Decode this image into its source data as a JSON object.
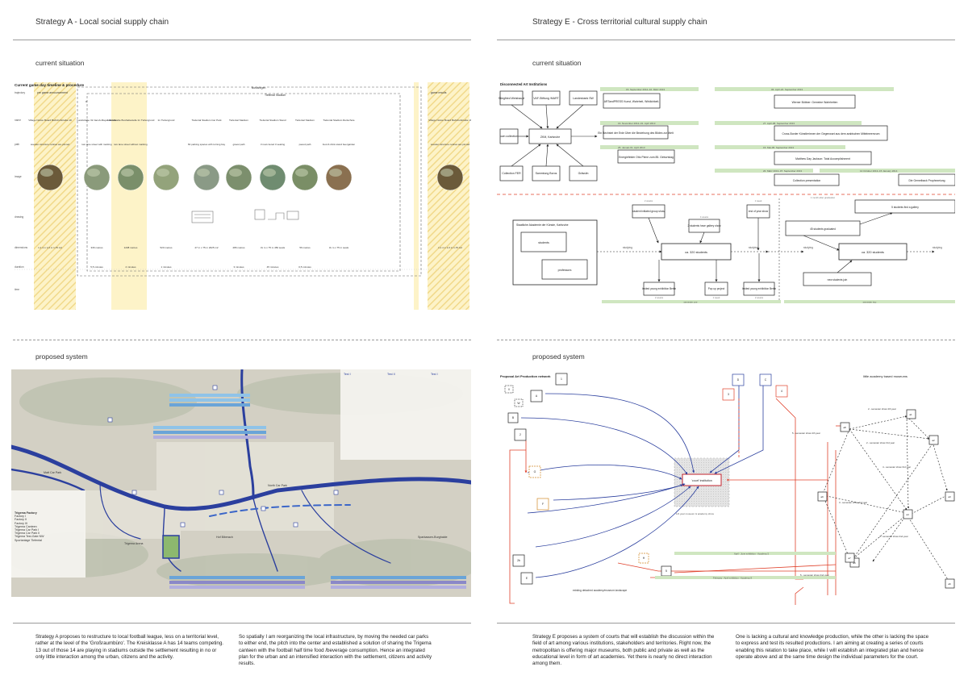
{
  "left": {
    "title": "Strategy A - Local social supply chain",
    "current_label": "current situation",
    "proposed_label": "proposed system",
    "timeline": {
      "heading": "Current game day timeline & procedure",
      "row_labels": [
        "trajectory",
        "name",
        "path",
        "image",
        "drawing",
        "dimensions",
        "duration",
        "time"
      ],
      "stage_pre": "pre game announcement",
      "stage_during": "Busfahrgen",
      "stage_tiefental": "Tiefental Stadium",
      "stage_results": "game results",
      "columns": [
        {
          "name": "Village Notice Board Bahnhofstraße 18",
          "path": "wooden structure notices are pinned",
          "dim": "1,1 m x 1,6 m 1,76 m2",
          "dur": ""
        },
        {
          "name": "Landstraße 32 Jacob-Mayer-Straße",
          "path": "two lane street with marking",
          "dim": "336 metres",
          "dur": "5,5 minutes"
        },
        {
          "name": "Jakobstraße Bushaltestelle Im Tiefengrund",
          "path": "two lane street without marking",
          "dim": "1238 metres",
          "dur": "2 minutes"
        },
        {
          "name": "Im Tiefengrund",
          "path": "",
          "dim": "520 metres",
          "dur": "1 minutes"
        },
        {
          "name": "Tiefental Stadium Car Park",
          "path": "63 parking spaces with turning bay",
          "dim": "27 m x 75 m 2025 m2",
          "dur": ""
        },
        {
          "name": "Tiefental Stadium",
          "path": "gravel path",
          "dim": "286 metres",
          "dur": "3 minutes"
        },
        {
          "name": "Tiefental Stadium Stand",
          "path": "3 rows tiered 3 seating",
          "dim": "3x  m x 75 m 450 seats",
          "dur": "45 minutes"
        },
        {
          "name": "Tiefental Stadium",
          "path": "paved path",
          "dim": "56 metres",
          "dur": "0,5 minutes"
        },
        {
          "name": "Tiefental Stadium Reitschule",
          "path": "food & drink stand beergarden",
          "dim": "3x  m x 75 m seats",
          "dur": ""
        },
        {
          "name": "Village Notice Board Bahnhofstraße 18",
          "path": "wooden structure notices are pinned",
          "dim": "1,1 m x 1,6 m 1,76 m2",
          "dur": ""
        }
      ]
    },
    "map": {
      "legend_title": "Trigema Factory",
      "legend_items": [
        "Factory I",
        "Factory II",
        "Factory III",
        "Trigema Canteen",
        "Trigema Car Park I",
        "Trigema Car Park II",
        "Trigema Test-Gate NW",
        "Sportanlage Tiefental"
      ],
      "col_heads": [
        "Test I",
        "Test II",
        "Test I"
      ],
      "places": [
        "Matt Car Park",
        "North Car Park",
        "Trigema Arena",
        "Hof Biberach",
        "Sparkassen-Burghalde"
      ]
    },
    "para1": "Strategy A proposes to restructure to local football league, less on a territorial level, rather at the level of the 'Großraumbüro'. The Kreisklasse A has 14 teams competing. 13 out of those 14 are playing in stadiums outside the settlement resulting in no or only little interaction among the urban, citizens and the activity.",
    "para2": "So spatially I am reorganizing the local infrastructure, by moving the needed car parks to either end, the pitch into the center and established a solution of sharing the Trigema canteen with the football half time food /beverage consumption. Hence an integrated plan for the urban and an intensified interaction with the settlement, citizens and activity results."
  },
  "right": {
    "title": "Strategy E - Cross territorial cultural supply chain",
    "current_label": "current situation",
    "proposed_label": "proposed system",
    "current": {
      "disconnected_title": "Disconnected Art Institutions",
      "institutions": [
        "Stiegfried Weishaupt",
        "VAF-Stiftung /MART",
        "Landesbank SW",
        "own collection",
        "ZKM, Karlsruhe",
        "Collection FER",
        "Sammlung Boros",
        "Grässlin"
      ],
      "exhibitions": [
        {
          "date": "15. September 2012–10. März 2013",
          "name": "ARTandPRESS Kunst, Wahrheit, Wirklichkeit."
        },
        {
          "date": "06. April-22. September 2013",
          "name": "Werner Büttner: Gemeine Wahrheiten"
        },
        {
          "date": "16. November 2012–01. April 2013",
          "name": "Ein Bechstei der Erde Über die Beziehung des Bildes zur Welt"
        },
        {
          "date": "27. April-08. September 2013",
          "name": "Cross-Border Künstlerinnen der Gegenwart aus dem arabischen Mittelmeersrum"
        },
        {
          "date": "25. Januar-01. April 2013",
          "name": "Energiefelder Otto Piene zum 85. Geburtstag"
        },
        {
          "date": "15. Mai-05. September 2013",
          "name": "Matthew Day Jackson: Total Accomplishment"
        },
        {
          "date": "20. März 2013–07. September 2013",
          "name": "Collection presentation"
        },
        {
          "date": "14 October 2013–15 January 2014",
          "name": "Die Gemeiback Prophezeiung"
        }
      ],
      "academy": "Staatliche Akademie der Künste, Karlsruhe",
      "students": "students",
      "professors": "professors",
      "studying": "studying",
      "students320": "ca. 320 students",
      "events": [
        "student initiated group show",
        "2 students have gallery show",
        "end of year show",
        "Invited young exhibition Berlin",
        "Pop up project",
        "Invited young exhibition Berlin"
      ],
      "graduated": "45 students graduated",
      "gallery": "5 students find a gallery",
      "newjoin": "new students join",
      "students320b": "ca. 320 students",
      "semester1": "semester one",
      "semester2": "semester two",
      "after_grad": "1 month after graduation",
      "durations": [
        "2 weeks",
        "4 weeks",
        "1 week",
        "2 weeks",
        "1 week",
        "2 weeks"
      ]
    },
    "proposed": {
      "network_title": "Proposal Art Production network",
      "museum_title": "little academy based museums",
      "court": "'court' institution",
      "court_sub": "1/2 year museum & academy show",
      "landscape": "existing detached academy/museum landscape",
      "nodes_left": [
        "1",
        "V",
        "W",
        "A",
        "B",
        "2",
        "G",
        "F",
        "2b",
        "E",
        "H",
        "5",
        "3",
        "4",
        "D",
        "C"
      ],
      "nodes_right": [
        "a8",
        "a1",
        "a2",
        "a3",
        "a4",
        "a5",
        "a6",
        "a7",
        "a9"
      ],
      "shows": [
        "2 - semester show 4th year",
        "5 - semester show 4th year",
        "3 - semester show 3rd year",
        "4 - semester show 3rd year",
        "2 - semester show 3rd year",
        "4 - semester show 2nd year",
        "5 - semester show 2nd year",
        "April - June exhibition - Academy 5",
        "February - April exhibition - Academy 8"
      ]
    },
    "para1": "Strategy E proposes a system of courts that will establish the discussion within the field of art among various institutions, stakeholders and territories. Right now, the metropolitan is offering major museums, both public and private as well as the educational level in form of art academies. Yet there is nearly no direct interaction among them.",
    "para2": "One is lacking a cultural and knowledge production, while the other is lacking the space to express and test its resulted productions. I am aiming at creating a series of courts enabling this relation to take place, while I will establish an integrated plan and hence operate above and at the same time design the individual parameters for the court."
  },
  "colors": {
    "yellow": "#fdf3c8",
    "blue": "#2b3f9e",
    "red": "#e0412b",
    "green": "#cfe6c0"
  }
}
